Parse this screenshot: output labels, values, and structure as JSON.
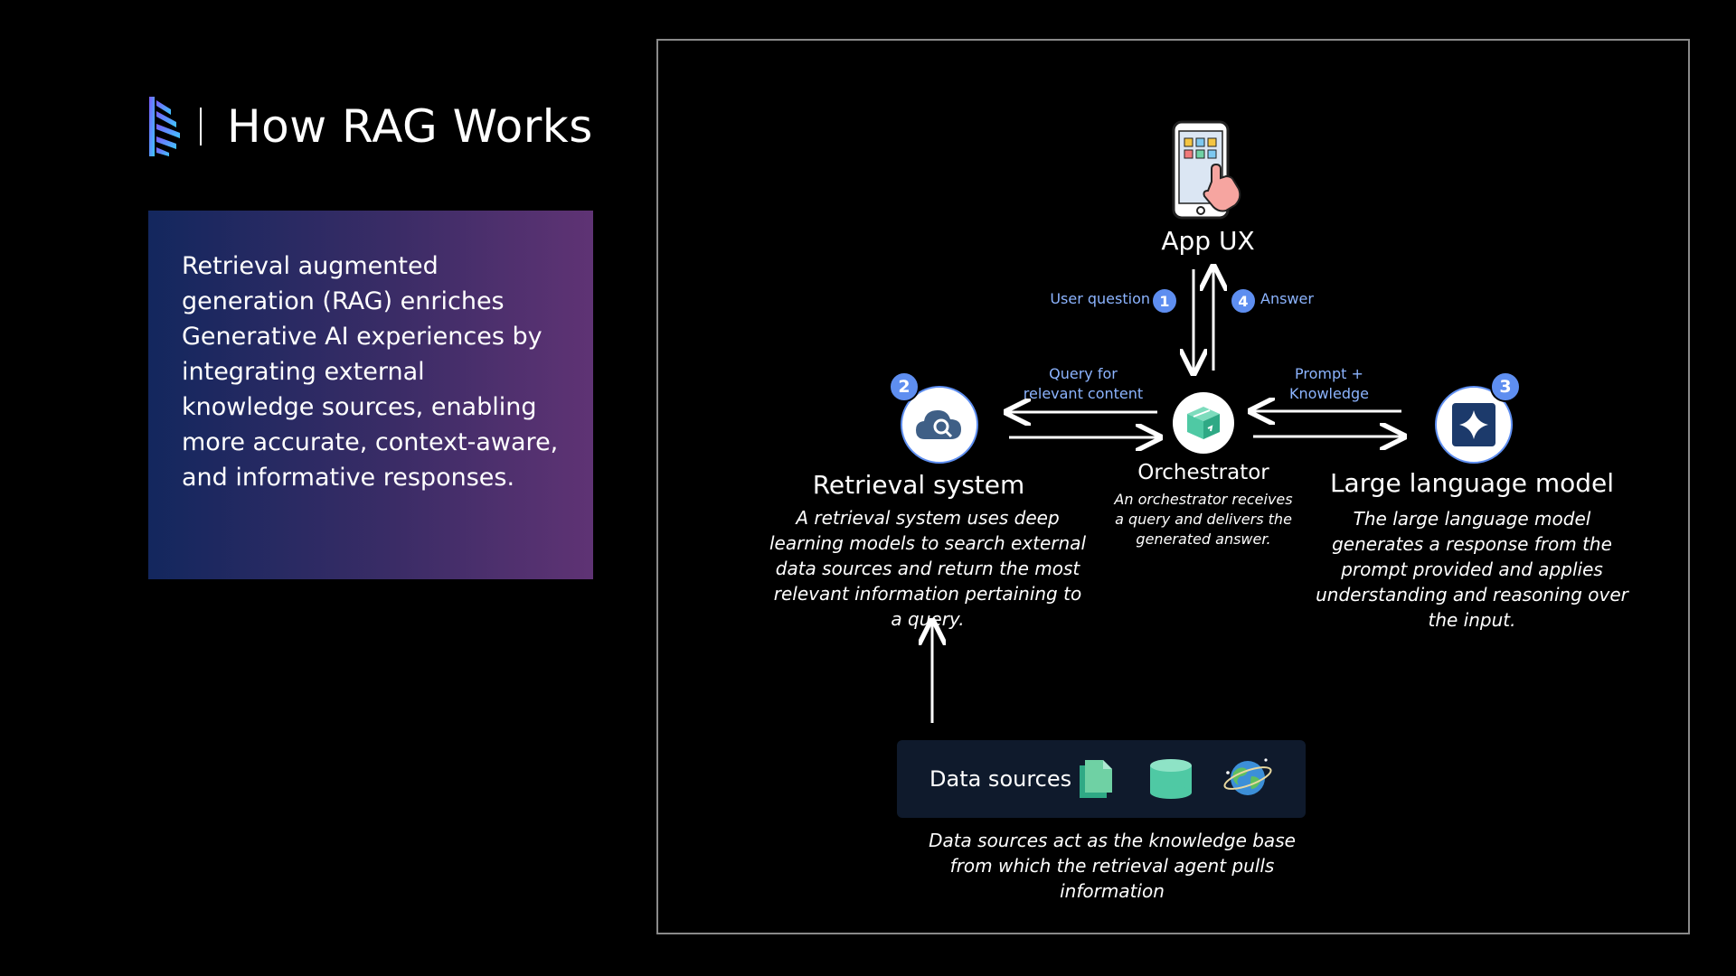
{
  "header": {
    "title": "How RAG Works",
    "logo_icon": "stacked-chevron-logo"
  },
  "intro": {
    "text": "Retrieval augmented generation (RAG) enriches Generative AI experiences by integrating external knowledge sources, enabling more accurate, context-aware, and informative responses."
  },
  "nodes": {
    "app_ux": {
      "title": "App UX",
      "icon": "phone-tap-icon"
    },
    "orchestrator": {
      "title": "Orchestrator",
      "description": "An orchestrator receives a query and delivers the generated answer.",
      "icon": "package-box-icon"
    },
    "retrieval": {
      "title": "Retrieval system",
      "step": "2",
      "description": "A retrieval system uses deep learning models to search external data sources and return the most relevant information pertaining to a query.",
      "icon": "cloud-search-icon"
    },
    "llm": {
      "title": "Large language model",
      "step": "3",
      "description": "The large language model generates a response from the prompt provided and applies understanding and reasoning over the input.",
      "icon": "sparkle-icon"
    },
    "data_sources": {
      "title": "Data sources",
      "description": "Data sources act as the knowledge base from which the retrieval agent pulls information",
      "icons": [
        "documents-icon",
        "database-icon",
        "globe-icon"
      ]
    }
  },
  "edges": {
    "user_question": {
      "label": "User question",
      "step": "1"
    },
    "answer": {
      "label": "Answer",
      "step": "4"
    },
    "query": {
      "label_line1": "Query for",
      "label_line2": "relevant content"
    },
    "prompt": {
      "label_line1": "Prompt +",
      "label_line2": "Knowledge"
    }
  },
  "colors": {
    "background": "#000000",
    "frame_border": "#8a8a8a",
    "edge_label": "#8cb4ff",
    "badge": "#5e8ef0",
    "teal_icon": "#4fc9a4",
    "navy_icon": "#1c3a6b",
    "data_box": "#0f1a2c"
  }
}
